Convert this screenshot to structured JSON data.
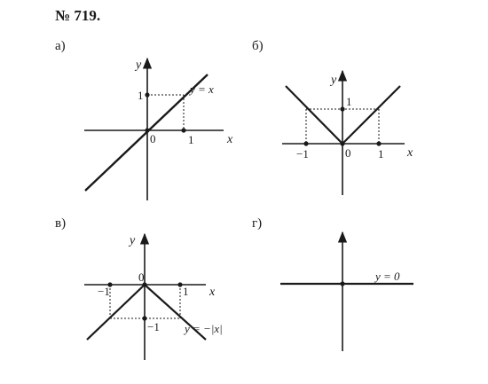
{
  "header": {
    "problem_number": "№ 719."
  },
  "panels": {
    "a": {
      "letter": "а)",
      "x_axis": "x",
      "y_axis": "y",
      "origin": "0",
      "tick_x": "1",
      "tick_y": "1",
      "formula": "y = x"
    },
    "b": {
      "letter": "б)",
      "x_axis": "x",
      "y_axis": "y",
      "origin": "0",
      "tick_x_neg": "−1",
      "tick_x_pos": "1",
      "tick_y": "1"
    },
    "c": {
      "letter": "в)",
      "x_axis": "x",
      "y_axis": "y",
      "origin": "0",
      "tick_x_neg": "−1",
      "tick_x_pos": "1",
      "tick_y_neg": "−1",
      "formula": "y = −|x|"
    },
    "d": {
      "letter": "г)",
      "formula": "y = 0"
    }
  },
  "colors": {
    "ink": "#1a1a1a"
  }
}
